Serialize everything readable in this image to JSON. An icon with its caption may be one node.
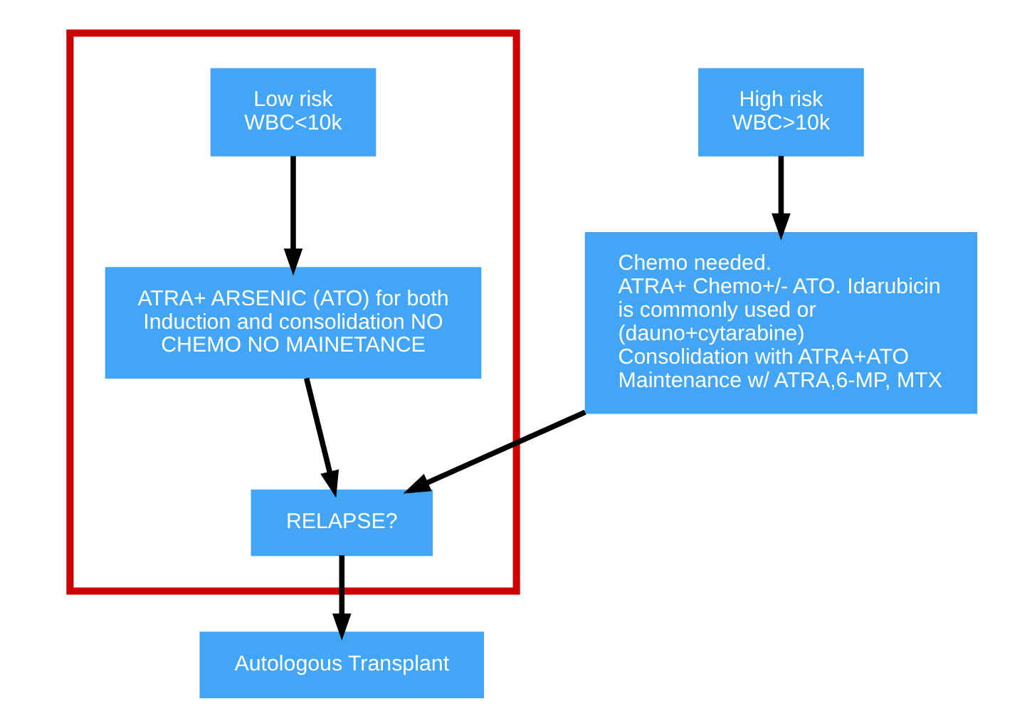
{
  "diagram": {
    "nodes": [
      {
        "text": [],
        "shape": "box"
      },
      {
        "text": [
          "Low risk WBC<10k"
        ],
        "in": 0
      },
      {
        "text": [
          "ATRA+ ARSENIC (ATO) for both Induction and consolidation NO CHEMO NO MAINETANCE"
        ],
        "in": 0
      },
      {
        "text": [
          "RELAPSE?"
        ],
        "in": 0
      },
      {
        "text": [
          "High risk WBC>10k"
        ]
      },
      {
        "text": [
          "Chemo needed.",
          "ATRA+ Chemo+/- ATO. Idarubicin is commonly used or (dauno+cytarabine)",
          "Consolidation with ATRA+ATO",
          "Maintenance w/ ATRA,6-MP, MTX"
        ]
      },
      {
        "text": [
          "Autologous Transplant"
        ]
      }
    ],
    "edges": [
      {
        "from": 1,
        "to": 2,
        "arrow": "to"
      },
      {
        "from": 2,
        "to": 3,
        "arrow": "to"
      },
      {
        "from": 4,
        "to": 5,
        "arrow": "to"
      },
      {
        "from": 5,
        "to": 3,
        "arrow": "to"
      },
      {
        "from": 3,
        "to": 6,
        "arrow": "to"
      }
    ]
  }
}
